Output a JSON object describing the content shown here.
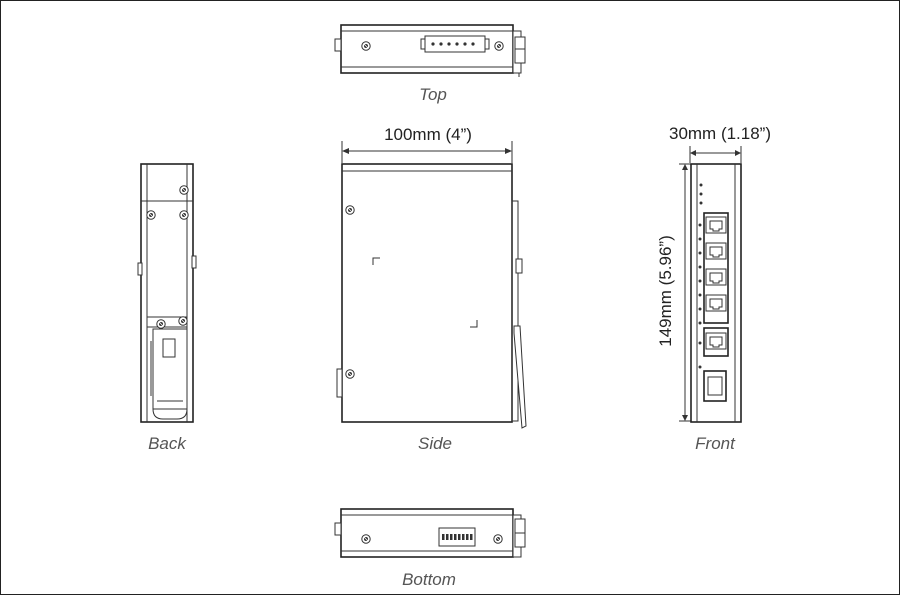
{
  "views": {
    "top": "Top",
    "back": "Back",
    "side": "Side",
    "front": "Front",
    "bottom": "Bottom"
  },
  "dimensions": {
    "width": "100mm (4”)",
    "depth": "30mm (1.18”)",
    "height": "149mm (5.96”)"
  }
}
